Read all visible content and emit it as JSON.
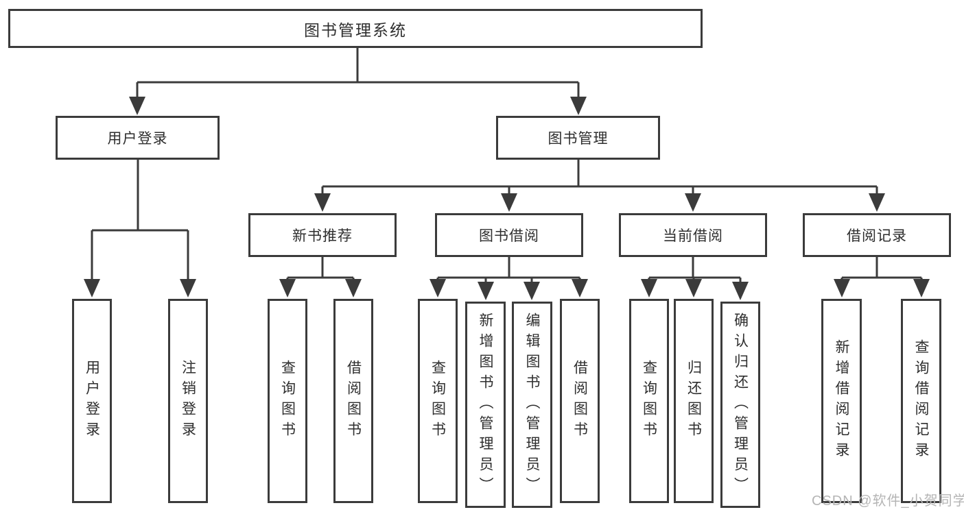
{
  "diagram": {
    "root": {
      "label": "图书管理系统"
    },
    "level2": [
      {
        "label": "用户登录"
      },
      {
        "label": "图书管理"
      }
    ],
    "level3": [
      {
        "label": "新书推荐"
      },
      {
        "label": "图书借阅"
      },
      {
        "label": "当前借阅"
      },
      {
        "label": "借阅记录"
      }
    ],
    "leaves": {
      "user_login": [
        {
          "label": "用户登录"
        },
        {
          "label": "注销登录"
        }
      ],
      "new_book_recommend": [
        {
          "label": "查询图书"
        },
        {
          "label": "借阅图书"
        }
      ],
      "book_borrowing": [
        {
          "label": "查询图书"
        },
        {
          "label": "新增图书（管理员）"
        },
        {
          "label": "编辑图书（管理员）"
        },
        {
          "label": "借阅图书"
        }
      ],
      "current_borrowing": [
        {
          "label": "查询图书"
        },
        {
          "label": "归还图书"
        },
        {
          "label": "确认归还（管理员）"
        }
      ],
      "borrowing_records": [
        {
          "label": "新增借阅记录"
        },
        {
          "label": "查询借阅记录"
        }
      ]
    }
  },
  "watermark": {
    "text": "CSDN @软件_小贺同学"
  },
  "colors": {
    "line": "#3b3b3b",
    "text": "#2e2e2e",
    "watermark": "#b5b5b5",
    "background": "#ffffff"
  }
}
